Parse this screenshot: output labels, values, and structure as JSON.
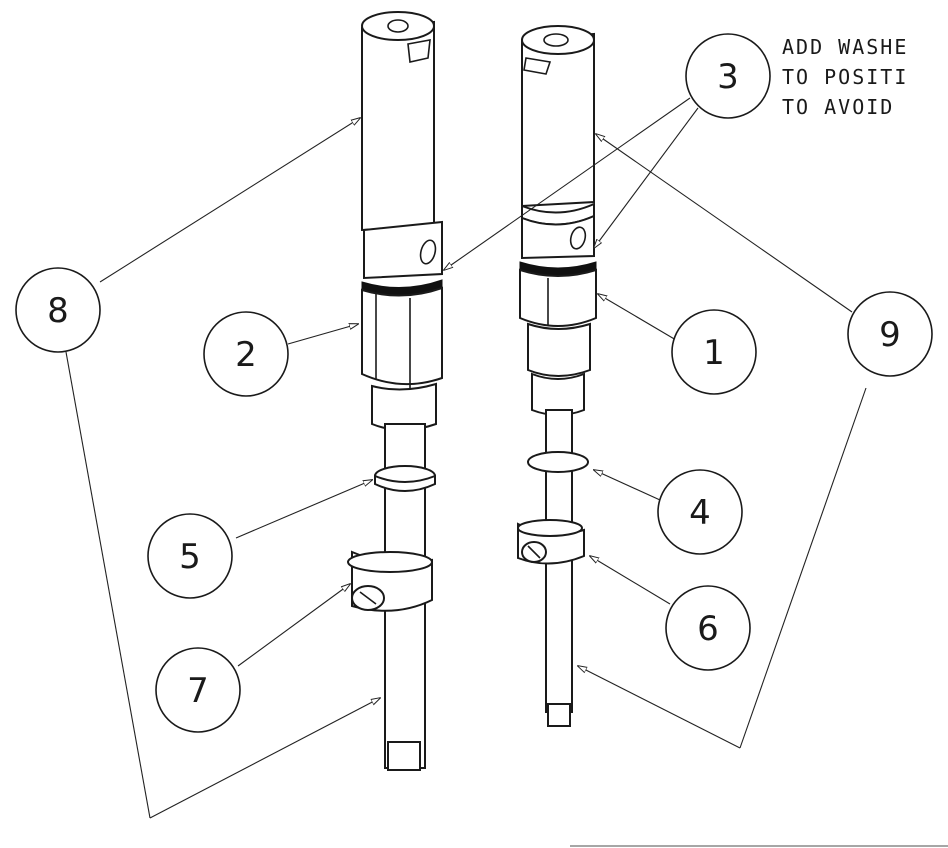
{
  "callouts": [
    {
      "id": "c1",
      "label": "1"
    },
    {
      "id": "c2",
      "label": "2"
    },
    {
      "id": "c3",
      "label": "3"
    },
    {
      "id": "c4",
      "label": "4"
    },
    {
      "id": "c5",
      "label": "5"
    },
    {
      "id": "c6",
      "label": "6"
    },
    {
      "id": "c7",
      "label": "7"
    },
    {
      "id": "c8",
      "label": "8"
    },
    {
      "id": "c9",
      "label": "9"
    }
  ],
  "note": {
    "lines": [
      "ADD WASHE",
      "TO POSITI",
      "TO AVOID "
    ]
  },
  "colors": {
    "ink": "#1a1a1a",
    "background": "#ffffff"
  }
}
